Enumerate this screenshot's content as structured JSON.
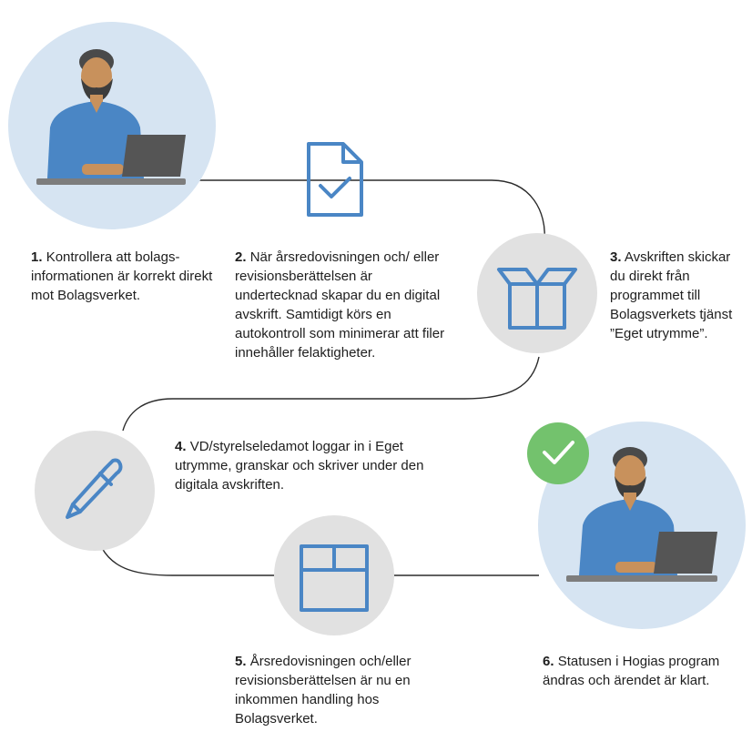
{
  "steps": [
    {
      "num": "1.",
      "text": "Kontrollera att bolags-informationen är korrekt direkt mot Bolagsverket."
    },
    {
      "num": "2.",
      "text": "När årsredovisningen och/ eller revisionsberättelsen är undertecknad skapar du en digital avskrift. Samtidigt körs en autokontroll som minimerar att filer innehåller felaktigheter."
    },
    {
      "num": "3.",
      "text": "Avskriften skickar du direkt från programmet till Bolagsverkets tjänst ”Eget utrymme”."
    },
    {
      "num": "4.",
      "text": "VD/styrelseledamot loggar in i Eget utrymme, granskar och skriver under den digitala avskriften."
    },
    {
      "num": "5.",
      "text": "Årsredovisningen och/eller revisionsberättelsen är nu en inkommen handling hos Bolagsverket."
    },
    {
      "num": "6.",
      "text": "Statusen i Hogias program ändras och ärendet är klart."
    }
  ],
  "icons": [
    "person-laptop-icon",
    "document-check-icon",
    "open-box-icon",
    "pen-icon",
    "closed-box-icon",
    "person-laptop-icon",
    "checkmark-icon"
  ],
  "colors": {
    "blue": "#4a86c5",
    "light_blue_circle": "#d6e4f2",
    "grey_circle": "#e1e1e1",
    "green_check": "#73c26d",
    "line": "#2b2b2b"
  }
}
